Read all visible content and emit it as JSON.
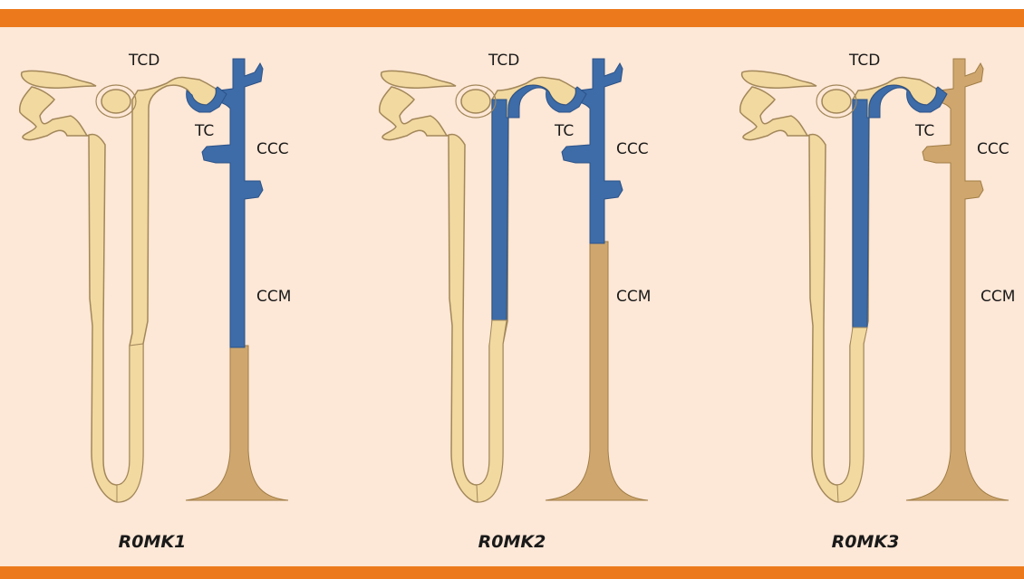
{
  "colors": {
    "frame_orange": "#ec7a1c",
    "background_peach": "#fde7d6",
    "tubule_pale": "#f2d9a0",
    "tubule_pale_outline": "#a2875a",
    "tubule_tan": "#d9b679",
    "duct_tan": "#cfa76e",
    "expressed_blue": "#3d6ca8"
  },
  "panels": [
    {
      "caption": "R0MK1",
      "labels": {
        "tcd": "TCD",
        "tc": "TC",
        "ccc": "CCC",
        "ccm": "CCM"
      },
      "expression_region": "TCD, TC, CCC and cortical CCM"
    },
    {
      "caption": "R0MK2",
      "labels": {
        "tcd": "TCD",
        "tc": "TC",
        "ccc": "CCC",
        "ccm": "CCM"
      },
      "expression_region": "thick ascending limb, TCD, TC and CCC"
    },
    {
      "caption": "R0MK3",
      "labels": {
        "tcd": "TCD",
        "tc": "TC",
        "ccc": "CCC",
        "ccm": "CCM"
      },
      "expression_region": "thick ascending limb and TCD"
    }
  ]
}
